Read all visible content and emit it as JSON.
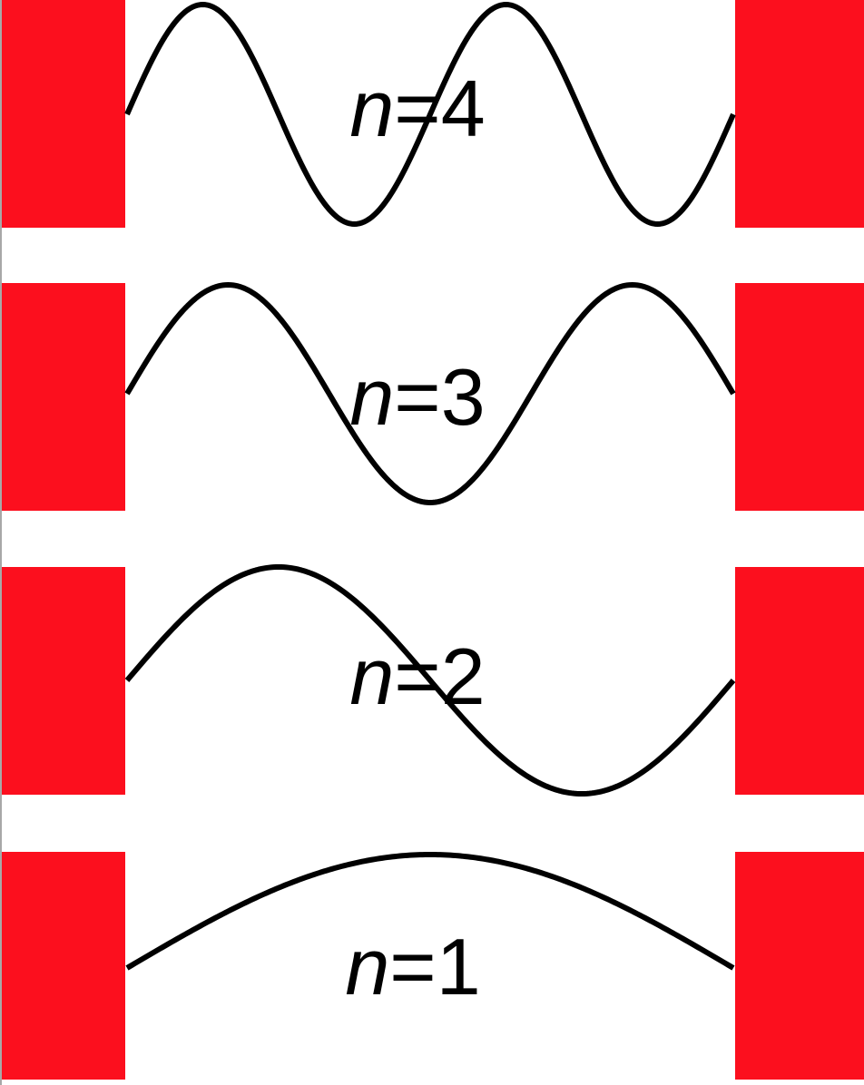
{
  "colors": {
    "wall": "#fc0f1e",
    "wave": "#000000",
    "background": "#ffffff"
  },
  "modes": [
    {
      "variable": "n",
      "equals": "=",
      "value": "4",
      "n": 4
    },
    {
      "variable": "n",
      "equals": "=",
      "value": "3",
      "n": 3
    },
    {
      "variable": "n",
      "equals": "=",
      "value": "2",
      "n": 2
    },
    {
      "variable": "n",
      "equals": "=",
      "value": "1",
      "n": 1
    }
  ]
}
